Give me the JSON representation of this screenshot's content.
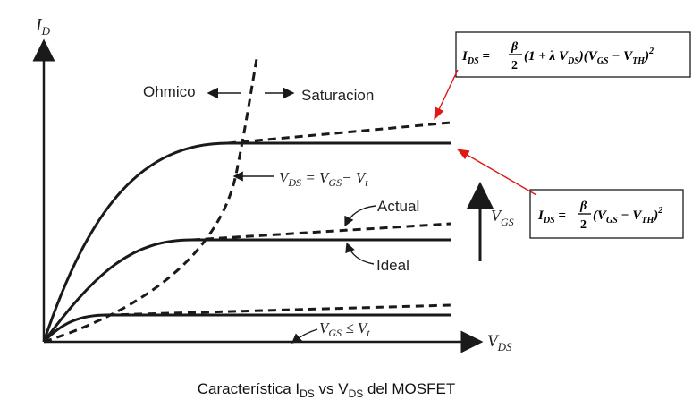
{
  "axes": {
    "y_label": "I",
    "y_label_sub": "D",
    "x_label": "V",
    "x_label_sub": "DS"
  },
  "regions": {
    "ohmic": "Ohmico",
    "saturation": "Saturacion"
  },
  "annotations": {
    "boundary_prefix": "V",
    "boundary_prefix_sub": "DS",
    "boundary_eq": " = V",
    "boundary_eq_sub": "GS",
    "boundary_minus": "− V",
    "boundary_minus_sub": "t",
    "actual": "Actual",
    "ideal": "Ideal",
    "vgs": "V",
    "vgs_sub": "GS",
    "cutoff_v": "V",
    "cutoff_v_sub": "GS",
    "cutoff_rel": " ≤ V",
    "cutoff_rel_sub": "t"
  },
  "formula_saturation_lambda": {
    "lhs": "I",
    "lhs_sub": "DS",
    "eq": " =",
    "frac_num": "β",
    "frac_den": "2",
    "body": "(1 + λ V",
    "body_sub1": "DS",
    "body2": ")(V",
    "body_sub2": "GS",
    "body3": " − V",
    "body_sub3": "TH",
    "body4": ")",
    "exp": "2"
  },
  "formula_saturation_ideal": {
    "lhs": "I",
    "lhs_sub": "DS",
    "eq": " =",
    "frac_num": "β",
    "frac_den": "2",
    "body": "(V",
    "body_sub1": "GS",
    "body2": " − V",
    "body_sub2": "TH",
    "body3": ")",
    "exp": "2"
  },
  "caption": {
    "text1": "Característica I",
    "sub1": "DS",
    "text2": " vs V",
    "sub2": "DS",
    "text3": " del MOSFET"
  },
  "colors": {
    "curve": "#1a1a1a",
    "arrow_red": "#e01818",
    "axis": "#1a1a1a"
  }
}
